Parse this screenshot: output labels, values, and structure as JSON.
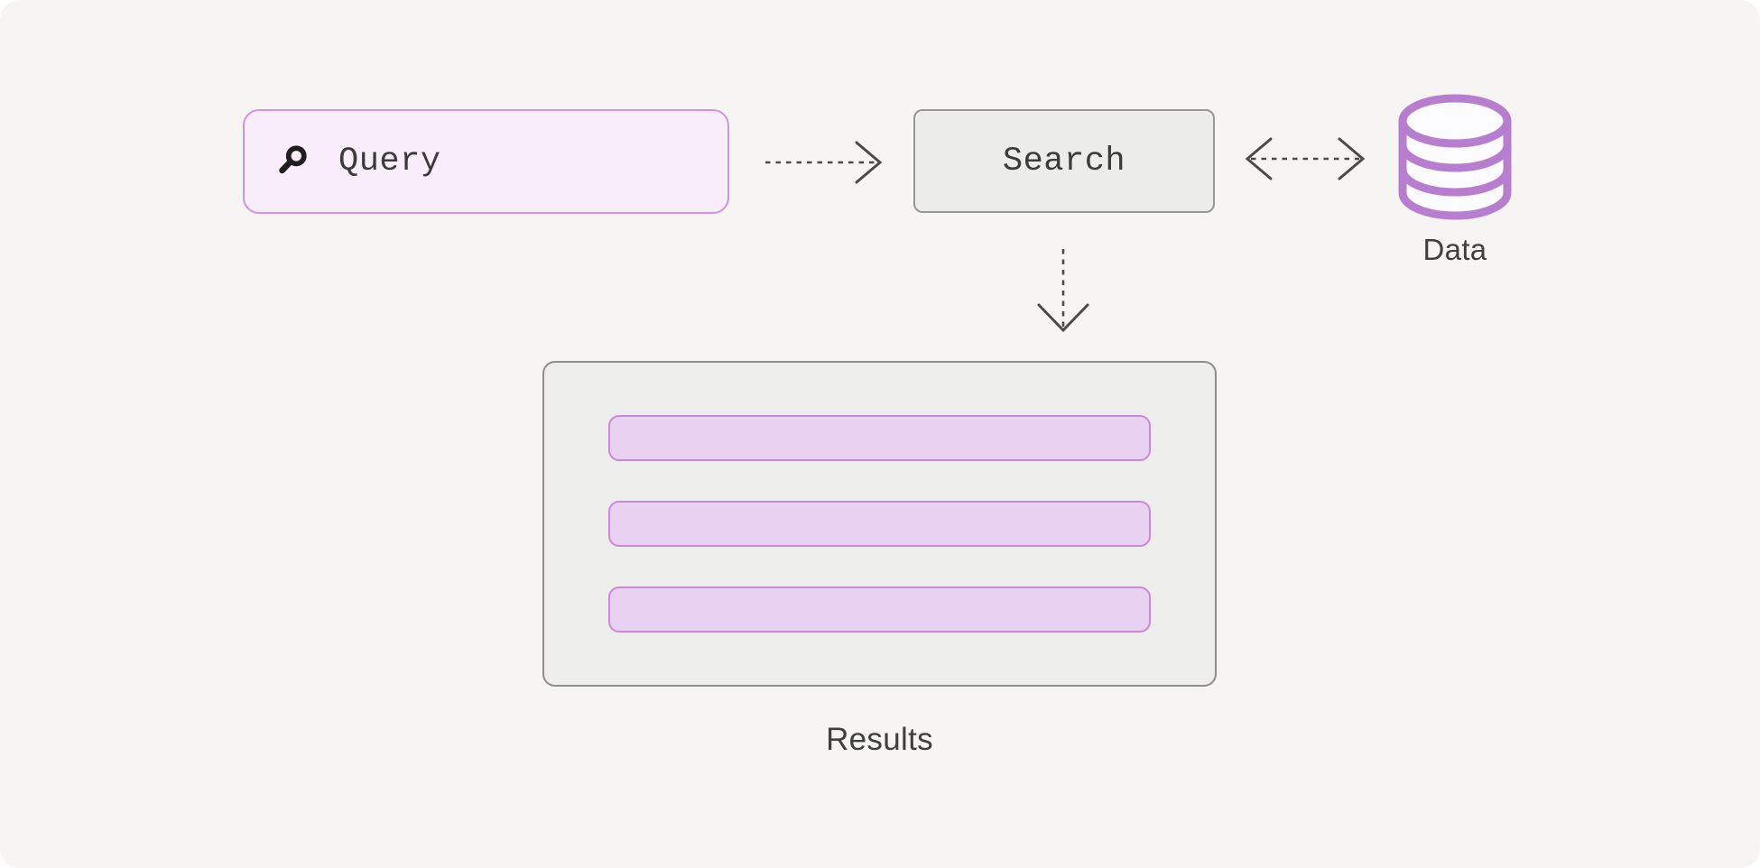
{
  "colors": {
    "outer-bg": "#ffffff",
    "canvas-bg": "#f6f5f4",
    "query-fill": "#f8eef9",
    "query-border": "#d292e0",
    "search-fill": "#ececeb",
    "search-border": "#979695",
    "results-fill": "#ededec",
    "results-border": "#8e8e8d",
    "bar-fill": "#e9d2f1",
    "bar-border": "#c988da",
    "db-stroke": "#b77ed0",
    "db-fill": "#fcfbfd",
    "arrow": "#4a4a4a",
    "label-text": "#3b3b3b",
    "caption-text": "#3f3f3f",
    "icon-black": "#1f1f1f"
  },
  "nodes": {
    "query": {
      "label": "Query",
      "icon": "search-icon"
    },
    "search": {
      "label": "Search"
    },
    "data": {
      "label": "Data",
      "icon": "database-icon"
    },
    "results": {
      "label": "Results",
      "bar_count": 3
    }
  }
}
